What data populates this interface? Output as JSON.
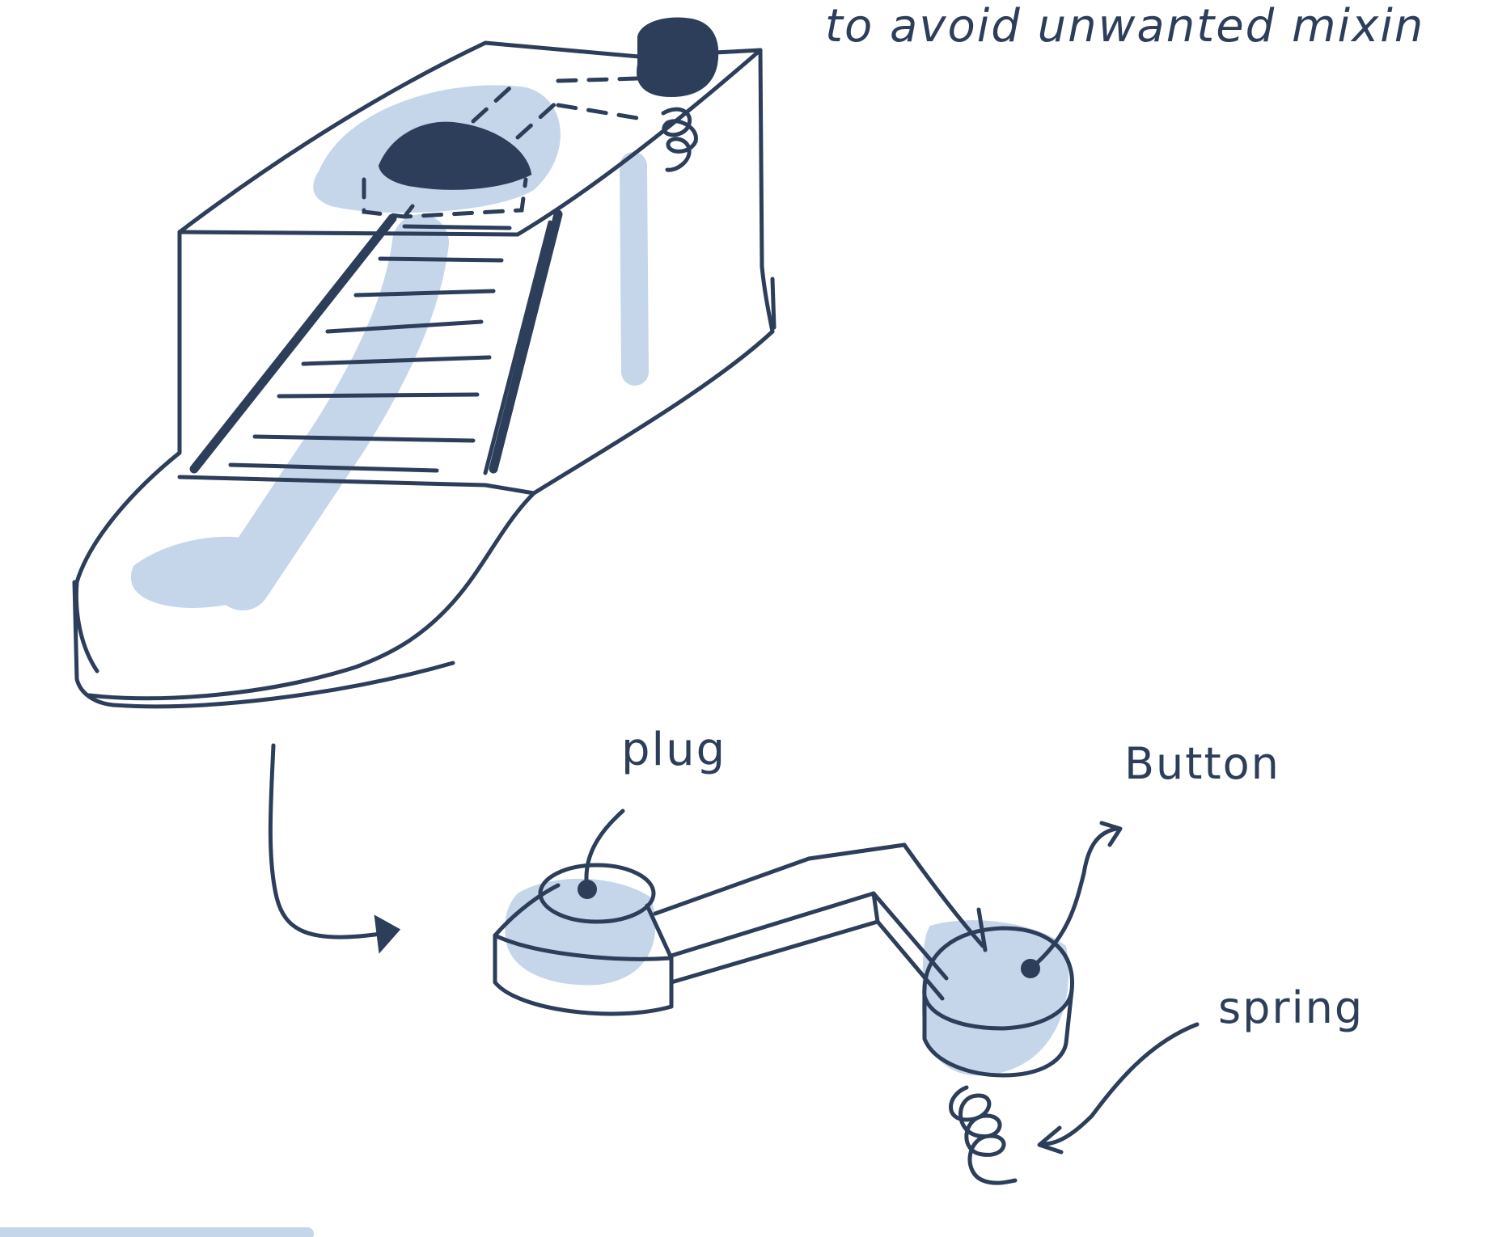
{
  "note_text": "to avoid unwanted mixin",
  "labels": {
    "plug": "plug",
    "button": "Button",
    "spring": "spring"
  },
  "colors": {
    "ink": "#2c3e5a",
    "wash": "#c5d6ea",
    "background": "#ffffff"
  }
}
